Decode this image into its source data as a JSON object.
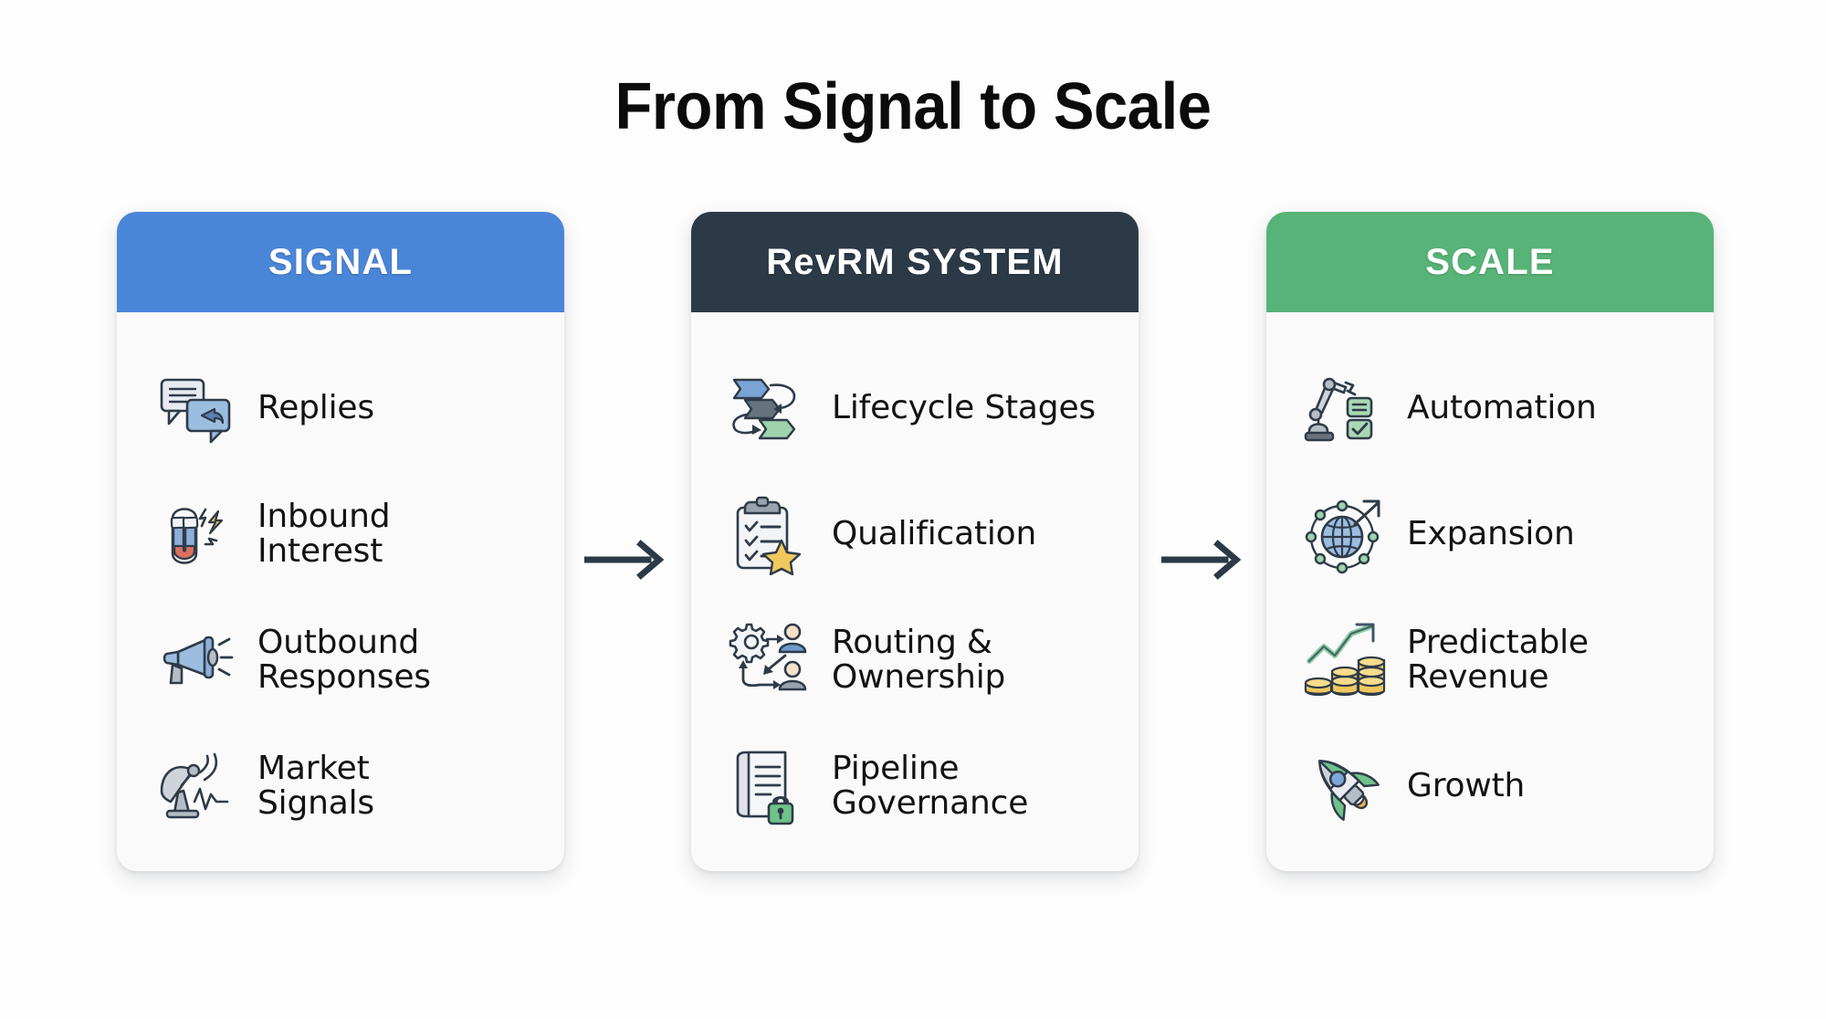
{
  "title": "From Signal to Scale",
  "colors": {
    "signal_header": "#4a86d8",
    "system_header": "#2c3a47",
    "scale_header": "#57b377",
    "card_body": "#fafafa",
    "arrow": "#2c3a47",
    "page_background": "#fdfdfd",
    "text": "#131313"
  },
  "columns": [
    {
      "id": "signal",
      "header": "SIGNAL",
      "items": [
        {
          "label": "Replies",
          "icon": "chat-reply-icon"
        },
        {
          "label": "Inbound\nInterest",
          "line1": "Inbound",
          "line2": "Interest",
          "icon": "magnet-icon"
        },
        {
          "label": "Outbound\nResponses",
          "line1": "Outbound",
          "line2": "Responses",
          "icon": "megaphone-icon"
        },
        {
          "label": "Market\nSignals",
          "line1": "Market",
          "line2": "Signals",
          "icon": "satellite-dish-icon"
        }
      ]
    },
    {
      "id": "revrm-system",
      "header": "RevRM SYSTEM",
      "items": [
        {
          "label": "Lifecycle Stages",
          "line1": "Lifecycle Stages",
          "line2": "",
          "icon": "lifecycle-chevrons-icon"
        },
        {
          "label": "Qualification",
          "line1": "Qualification",
          "line2": "",
          "icon": "clipboard-star-icon"
        },
        {
          "label": "Routing &\nOwnership",
          "line1": "Routing &",
          "line2": "Ownership",
          "icon": "gear-people-routing-icon"
        },
        {
          "label": "Pipeline\nGovernance",
          "line1": "Pipeline",
          "line2": "Governance",
          "icon": "book-lock-icon"
        }
      ]
    },
    {
      "id": "scale",
      "header": "SCALE",
      "items": [
        {
          "label": "Automation",
          "line1": "Automation",
          "line2": "",
          "icon": "robot-arm-checklist-icon"
        },
        {
          "label": "Expansion",
          "line1": "Expansion",
          "line2": "",
          "icon": "globe-network-arrow-icon"
        },
        {
          "label": "Predictable\nRevenue",
          "line1": "Predictable",
          "line2": "Revenue",
          "icon": "coins-growth-chart-icon"
        },
        {
          "label": "Growth",
          "line1": "Growth",
          "line2": "",
          "icon": "rocket-icon"
        }
      ]
    }
  ],
  "connectors": [
    {
      "id": "arrow-signal-to-system",
      "direction": "right"
    },
    {
      "id": "arrow-system-to-scale",
      "direction": "right"
    }
  ]
}
